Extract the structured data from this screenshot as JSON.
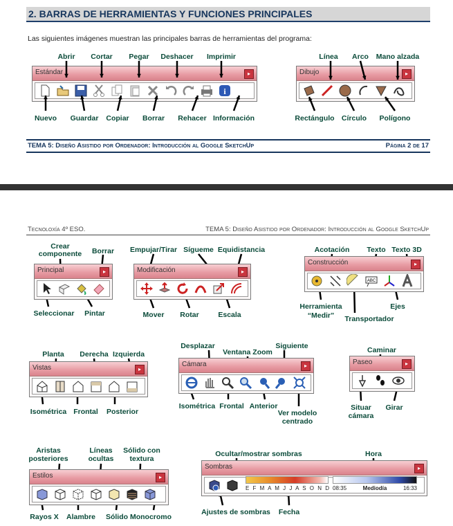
{
  "page1": {
    "heading": "2. BARRAS DE HERRAMIENTAS Y FUNCIONES PRINCIPALES",
    "intro": "Las siguientes imágenes muestran las principales barras de herramientas del programa:",
    "footer_left": "TEMA 5: Diseño Asistido por Ordenador: Introducción al Google SketchUp",
    "footer_right": "Página 2 de 17"
  },
  "page2": {
    "header_left": "Tecnoloxía 4º ESO.",
    "header_right": "TEMA 5: Diseño Asistido por Ordenador: Introducción al Google SketchUp"
  },
  "toolbars": {
    "estandar": {
      "title": "Estándar",
      "icons": [
        "new-icon",
        "open-icon",
        "save-icon",
        "cut-icon",
        "copy-icon",
        "paste-icon",
        "erase-icon",
        "undo-icon",
        "redo-icon",
        "print-icon",
        "info-icon"
      ],
      "labels": {
        "abrir": "Abrir",
        "cortar": "Cortar",
        "pegar": "Pegar",
        "deshacer": "Deshacer",
        "imprimir": "Imprimir",
        "nuevo": "Nuevo",
        "guardar": "Guardar",
        "copiar": "Copiar",
        "borrar": "Borrar",
        "rehacer": "Rehacer",
        "informacion": "Información"
      }
    },
    "dibujo": {
      "title": "Dibujo",
      "labels": {
        "linea": "Línea",
        "arco": "Arco",
        "mano_alzada": "Mano alzada",
        "rectangulo": "Rectángulo",
        "circulo": "Círculo",
        "poligono": "Polígono"
      }
    },
    "principal": {
      "title": "Principal",
      "labels": {
        "crear_componente_1": "Crear",
        "crear_componente_2": "componente",
        "borrar": "Borrar",
        "seleccionar": "Seleccionar",
        "pintar": "Pintar"
      }
    },
    "modificacion": {
      "title": "Modificación",
      "labels": {
        "empujar": "Empujar/Tirar",
        "siguenme": "Sígueme",
        "equidistancia": "Equidistancia",
        "mover": "Mover",
        "rotar": "Rotar",
        "escala": "Escala"
      }
    },
    "construccion": {
      "title": "Construcción",
      "labels": {
        "acotacion": "Acotación",
        "texto": "Texto",
        "texto3d": "Texto 3D",
        "medir_1": "Herramienta",
        "medir_2": "“Medir”",
        "ejes": "Ejes",
        "transportador": "Transportador"
      }
    },
    "vistas": {
      "title": "Vistas",
      "labels": {
        "planta": "Planta",
        "derecha": "Derecha",
        "izquierda": "Izquierda",
        "isometrica": "Isométrica",
        "frontal": "Frontal",
        "posterior": "Posterior"
      }
    },
    "camara": {
      "title": "Cámara",
      "labels": {
        "desplazar": "Desplazar",
        "ventana_zoom": "Ventana Zoom",
        "siguiente": "Siguiente",
        "orbitar": "Isométrica",
        "frontal": "Frontal",
        "anterior": "Anterior",
        "ver_modelo_1": "Ver modelo",
        "ver_modelo_2": "centrado"
      }
    },
    "paseo": {
      "title": "Paseo",
      "labels": {
        "caminar": "Caminar",
        "situar_1": "Situar",
        "situar_2": "cámara",
        "girar": "Girar"
      }
    },
    "estilos": {
      "title": "Estilos",
      "labels": {
        "aristas_1": "Aristas",
        "aristas_2": "posteriores",
        "lineas_1": "Líneas",
        "lineas_2": "ocultas",
        "solido_tex_1": "Sólido con",
        "solido_tex_2": "textura",
        "rayos_x": "Rayos X",
        "alambre": "Alambre",
        "solido": "Sólido",
        "monocromo": "Monocromo"
      }
    },
    "sombras": {
      "title": "Sombras",
      "months": "E F M A M J J A S O N D",
      "time_start": "08:35",
      "time_mid": "Mediodía",
      "time_end": "16:33",
      "labels": {
        "ocultar": "Ocultar/mostrar sombras",
        "hora": "Hora",
        "ajustes": "Ajustes de sombras",
        "fecha": "Fecha"
      }
    }
  },
  "colors": {
    "heading_bg": "#d6d6d6",
    "label": "#0b4b3a",
    "title_bar": "#e79aa2",
    "separator": "#333333"
  }
}
